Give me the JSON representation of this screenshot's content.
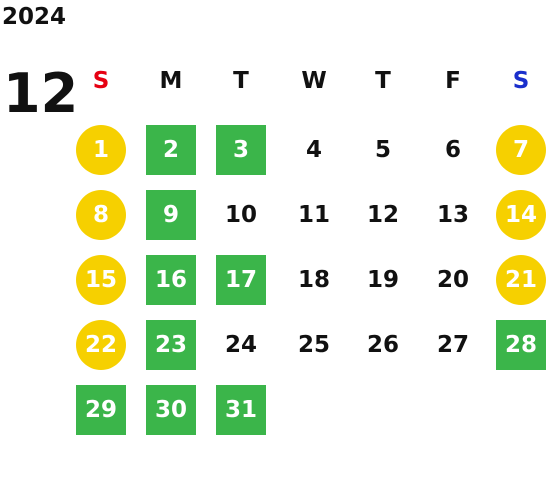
{
  "calendar": {
    "year": "2024",
    "month": "12",
    "weekdays": [
      {
        "label": "S",
        "color": "#e60012"
      },
      {
        "label": "M",
        "color": "#111111"
      },
      {
        "label": "T",
        "color": "#111111"
      },
      {
        "label": "W",
        "color": "#111111"
      },
      {
        "label": "T",
        "color": "#111111"
      },
      {
        "label": "F",
        "color": "#111111"
      },
      {
        "label": "S",
        "color": "#1a2fcc"
      }
    ],
    "colors": {
      "circle": "#f6d000",
      "square": "#3bb54a",
      "plain_text": "#111111"
    },
    "days": [
      {
        "label": "1",
        "weekday": 0,
        "week": 0,
        "style": "circle"
      },
      {
        "label": "2",
        "weekday": 1,
        "week": 0,
        "style": "square"
      },
      {
        "label": "3",
        "weekday": 2,
        "week": 0,
        "style": "square"
      },
      {
        "label": "4",
        "weekday": 3,
        "week": 0,
        "style": "plain"
      },
      {
        "label": "5",
        "weekday": 4,
        "week": 0,
        "style": "plain"
      },
      {
        "label": "6",
        "weekday": 5,
        "week": 0,
        "style": "plain"
      },
      {
        "label": "7",
        "weekday": 6,
        "week": 0,
        "style": "circle"
      },
      {
        "label": "8",
        "weekday": 0,
        "week": 1,
        "style": "circle"
      },
      {
        "label": "9",
        "weekday": 1,
        "week": 1,
        "style": "square"
      },
      {
        "label": "10",
        "weekday": 2,
        "week": 1,
        "style": "plain"
      },
      {
        "label": "11",
        "weekday": 3,
        "week": 1,
        "style": "plain"
      },
      {
        "label": "12",
        "weekday": 4,
        "week": 1,
        "style": "plain"
      },
      {
        "label": "13",
        "weekday": 5,
        "week": 1,
        "style": "plain"
      },
      {
        "label": "14",
        "weekday": 6,
        "week": 1,
        "style": "circle"
      },
      {
        "label": "15",
        "weekday": 0,
        "week": 2,
        "style": "circle"
      },
      {
        "label": "16",
        "weekday": 1,
        "week": 2,
        "style": "square"
      },
      {
        "label": "17",
        "weekday": 2,
        "week": 2,
        "style": "square"
      },
      {
        "label": "18",
        "weekday": 3,
        "week": 2,
        "style": "plain"
      },
      {
        "label": "19",
        "weekday": 4,
        "week": 2,
        "style": "plain"
      },
      {
        "label": "20",
        "weekday": 5,
        "week": 2,
        "style": "plain"
      },
      {
        "label": "21",
        "weekday": 6,
        "week": 2,
        "style": "circle"
      },
      {
        "label": "22",
        "weekday": 0,
        "week": 3,
        "style": "circle"
      },
      {
        "label": "23",
        "weekday": 1,
        "week": 3,
        "style": "square"
      },
      {
        "label": "24",
        "weekday": 2,
        "week": 3,
        "style": "plain"
      },
      {
        "label": "25",
        "weekday": 3,
        "week": 3,
        "style": "plain"
      },
      {
        "label": "26",
        "weekday": 4,
        "week": 3,
        "style": "plain"
      },
      {
        "label": "27",
        "weekday": 5,
        "week": 3,
        "style": "plain"
      },
      {
        "label": "28",
        "weekday": 6,
        "week": 3,
        "style": "square"
      },
      {
        "label": "29",
        "weekday": 0,
        "week": 4,
        "style": "square"
      },
      {
        "label": "30",
        "weekday": 1,
        "week": 4,
        "style": "square"
      },
      {
        "label": "31",
        "weekday": 2,
        "week": 4,
        "style": "square"
      }
    ]
  }
}
